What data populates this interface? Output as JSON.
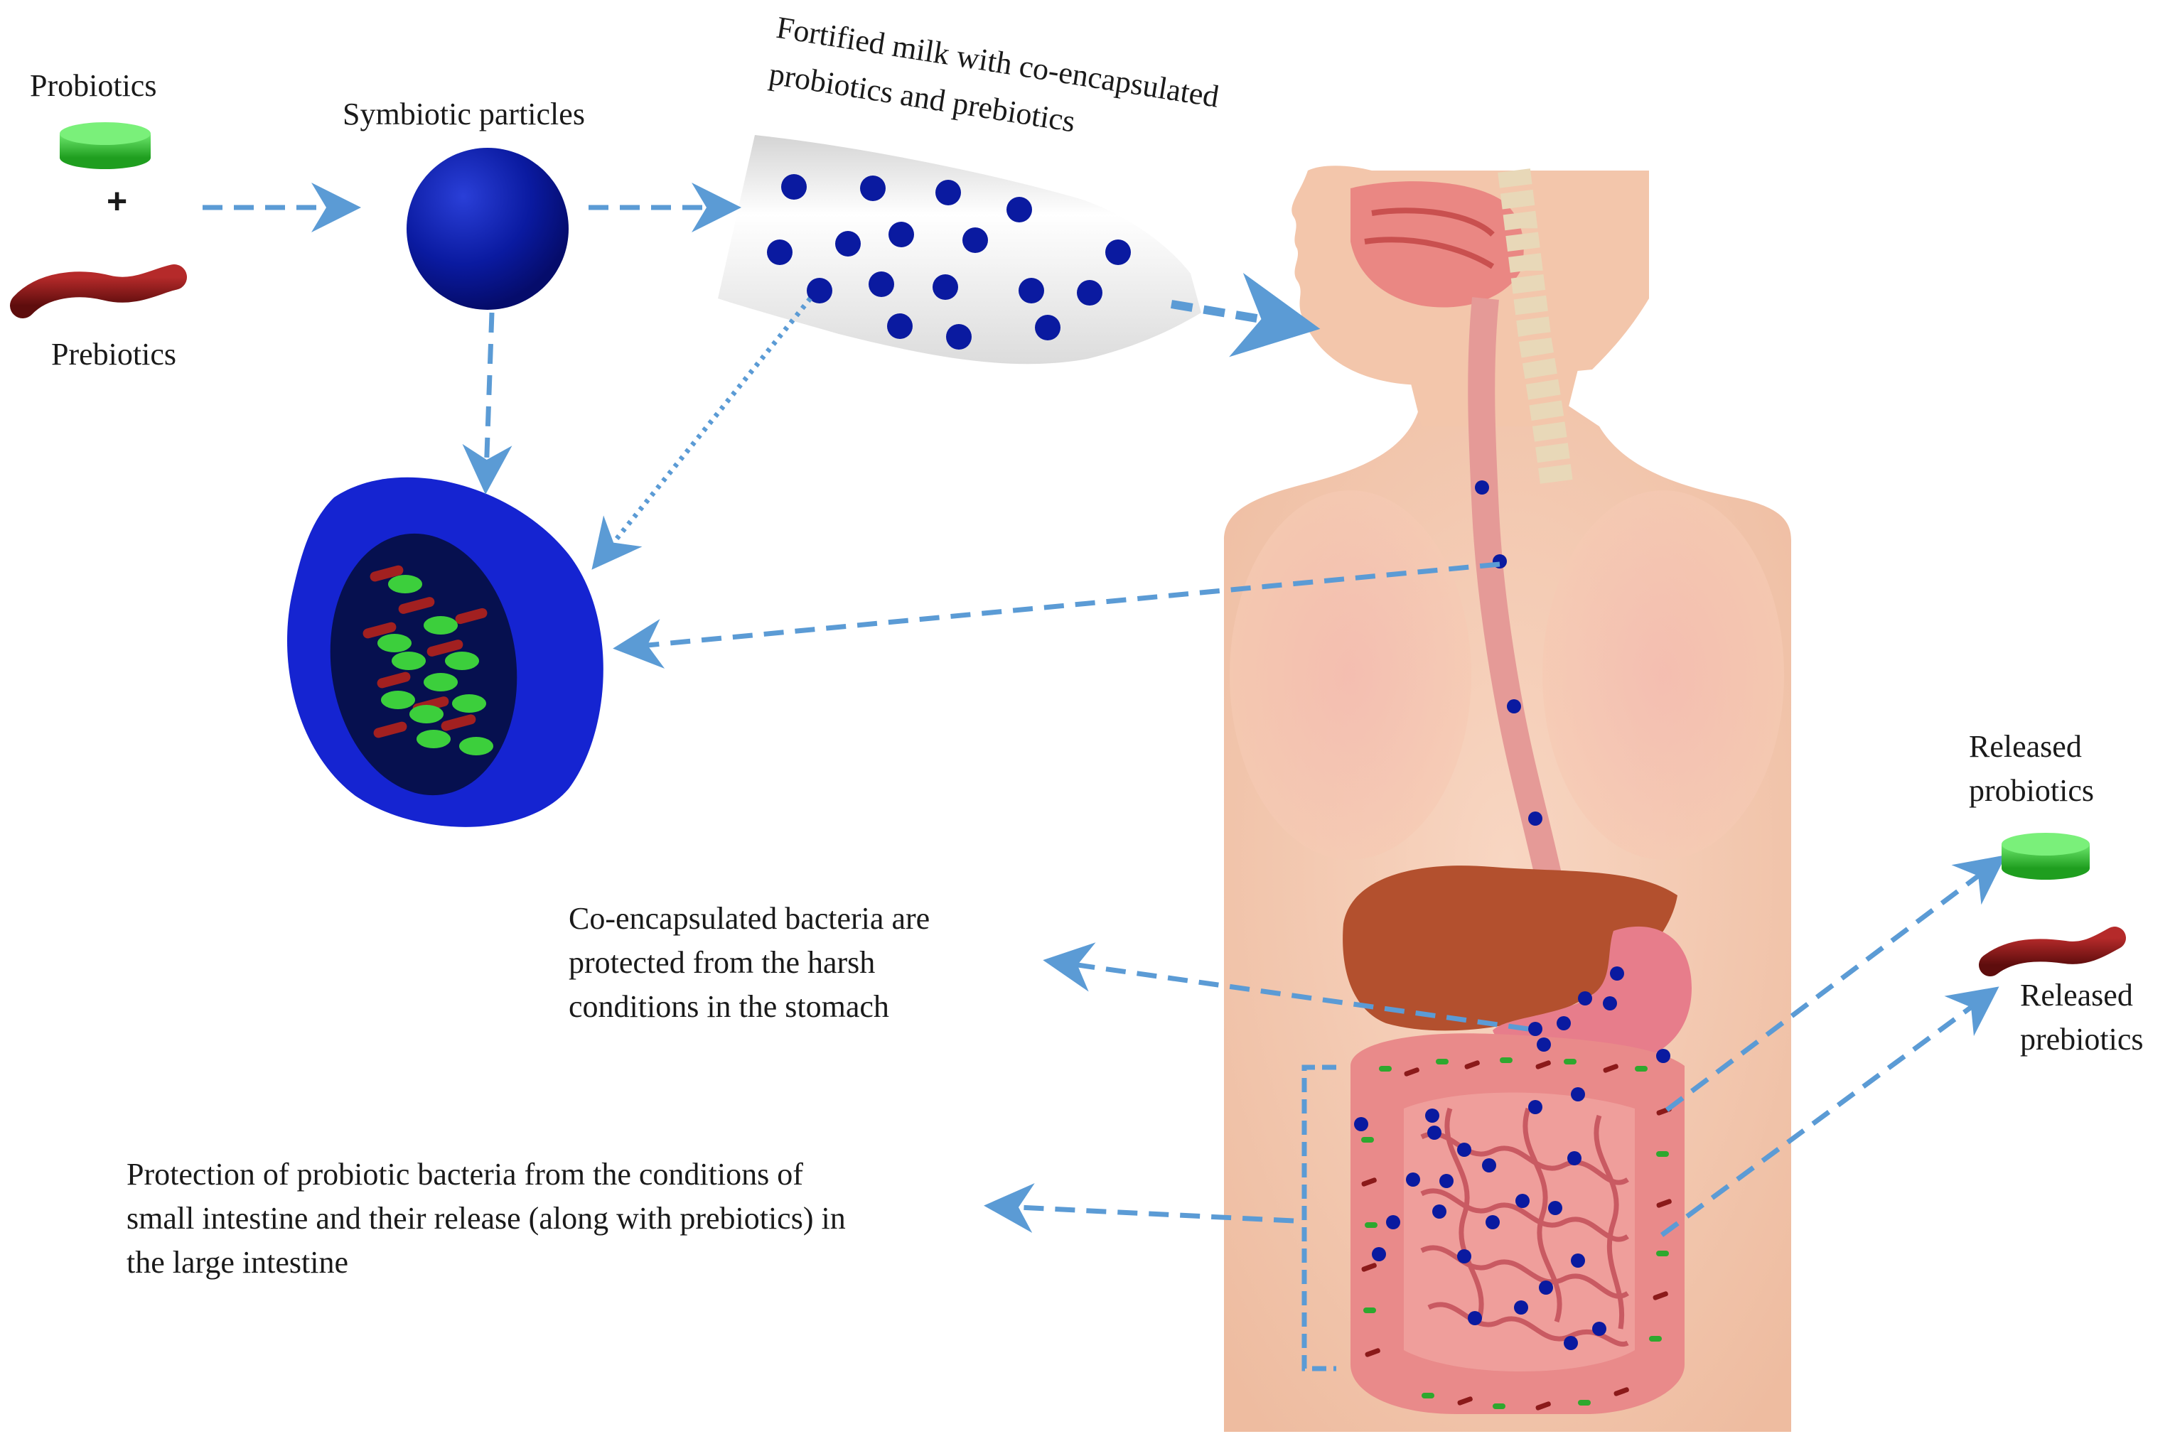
{
  "labels": {
    "probiotics": "Probiotics",
    "plus": "+",
    "prebiotics": "Prebiotics",
    "symbiotic_particles": "Symbiotic particles",
    "milk_caption": [
      "Fortified milk with co-encapsulated",
      "probiotics and prebiotics"
    ],
    "stomach_caption": [
      "Co-encapsulated bacteria are",
      "protected from the harsh",
      "conditions in the stomach"
    ],
    "intestine_caption": [
      "Protection of probiotic bacteria from the conditions of",
      "small intestine and their release (along with prebiotics) in",
      "the large intestine"
    ],
    "released_probiotics": [
      "Released",
      "probiotics"
    ],
    "released_prebiotics": [
      "Released",
      "prebiotics"
    ]
  },
  "colors": {
    "arrow": "#5b9bd5",
    "particle": "#0a1aa0",
    "particle_dark": "#050c6b",
    "probiotic_green": "#3ccf3c",
    "prebiotic_red": "#8b1a1a",
    "skin": "#f6cdb4",
    "organ_pink": "#e98a8a",
    "liver": "#b3502e"
  },
  "icons": {
    "probiotic": "green-pill-icon",
    "prebiotic": "red-fiber-icon",
    "particle": "blue-sphere-icon",
    "capsule": "cut-sphere-icon",
    "bottle": "milk-bottle-icon",
    "body": "digestive-system-icon"
  }
}
